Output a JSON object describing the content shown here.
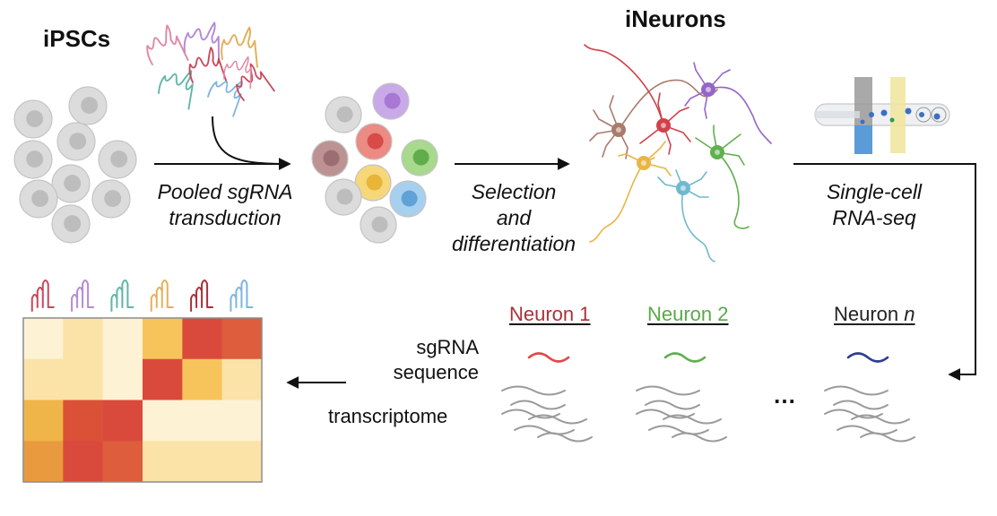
{
  "labels": {
    "ipscs": "iPSCs",
    "ineurons": "iNeurons",
    "step1_line1": "Pooled sgRNA",
    "step1_line2": "transduction",
    "step2_line1": "Selection",
    "step2_line2": "and",
    "step2_line3": "differentiation",
    "step3_line1": "Single-cell",
    "step3_line2": "RNA-seq",
    "sgrna_line1": "sgRNA",
    "sgrna_line2": "sequence",
    "transcriptome": "transcriptome",
    "ellipsis": "…"
  },
  "neurons": [
    {
      "prefix": "Neuron 1",
      "suffix": "",
      "color": "#a8323a"
    },
    {
      "prefix": "Neuron 2",
      "suffix": "",
      "color": "#5aa84a"
    },
    {
      "prefix": "Neuron ",
      "suffix": "n",
      "color": "#2c3e6b"
    }
  ],
  "colors": {
    "cell_grey": "#dcdcdc",
    "cell_nucleus": "#bdbdbd",
    "sg_pink": "#e08aa8",
    "sg_purple": "#b58ad6",
    "sg_teal": "#5fb6a6",
    "sg_orange": "#e4b05a",
    "sg_red": "#c9485b",
    "sg_blue": "#7eb4e0",
    "neuron_brown": "#a97b6b",
    "neuron_red": "#d0414a",
    "neuron_purple": "#9466c7",
    "neuron_yellow": "#e9b545",
    "neuron_green": "#5fb04f",
    "neuron_cyan": "#6fb9cf"
  },
  "heatmap": {
    "rows": 4,
    "cols": 6,
    "cells": [
      [
        "#fdf2d4",
        "#fbe3a8",
        "#fdf2d4",
        "#f7c45c",
        "#d94a3c",
        "#de5d3c"
      ],
      [
        "#fbe3a8",
        "#fbe3a8",
        "#fdf2d4",
        "#d94a3c",
        "#f7c45c",
        "#fbe3a8"
      ],
      [
        "#f0b548",
        "#db5138",
        "#d94a3c",
        "#fdf2d4",
        "#fdf2d4",
        "#fdf2d4"
      ],
      [
        "#ea9a3e",
        "#d94a3c",
        "#de5d3c",
        "#fbe3a8",
        "#fbe3a8",
        "#fbe3a8"
      ]
    ],
    "header_colors": [
      "#c9485b",
      "#b58ad6",
      "#5fb6a6",
      "#e4b05a",
      "#a8323a",
      "#7eb4e0"
    ]
  }
}
